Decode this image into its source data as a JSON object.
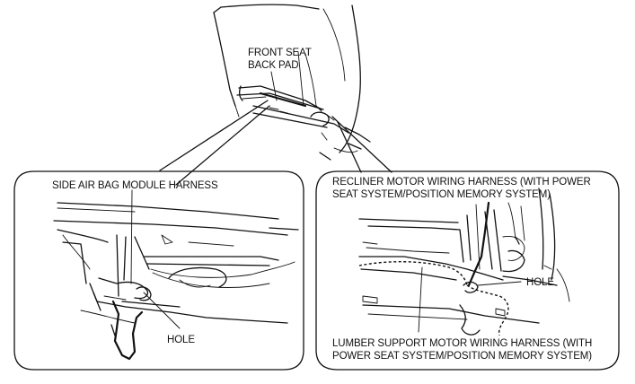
{
  "labels": {
    "front_seat_back_pad": [
      "FRONT SEAT",
      "BACK PAD"
    ],
    "side_air_bag_module_harness": "SIDE AIR BAG MODULE HARNESS",
    "hole_left": "HOLE",
    "recliner_motor_harness": [
      "RECLINER MOTOR WIRING HARNESS (WITH POWER",
      "SEAT SYSTEM/POSITION MEMORY SYSTEM)"
    ],
    "hole_right": "HOLE",
    "lumber_support_harness": [
      "LUMBER SUPPORT MOTOR WIRING HARNESS (WITH",
      "POWER SEAT SYSTEM/POSITION MEMORY SYSTEM)"
    ]
  },
  "colors": {
    "line": "#111111",
    "background": "#ffffff"
  }
}
